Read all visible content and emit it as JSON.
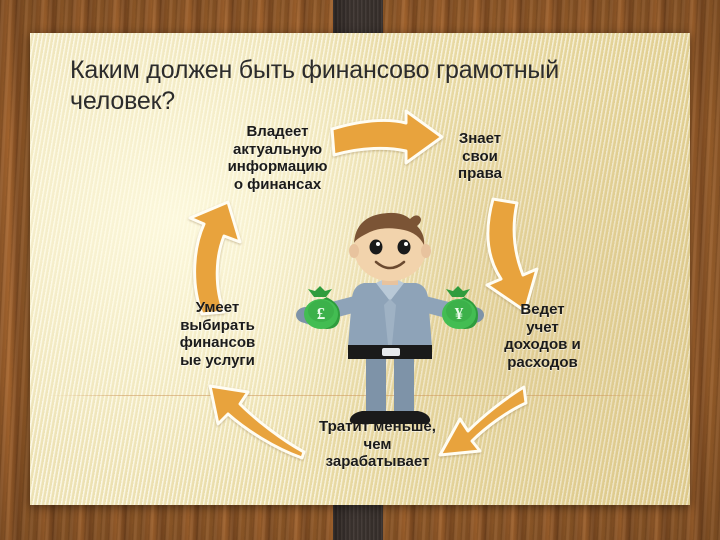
{
  "slide": {
    "title": "Каким должен быть финансово грамотный человек?",
    "background_color": "#f3e8bb",
    "desk_color": "#8b5425",
    "accent_color": "#e8a33d",
    "text_color": "#1b1b1b"
  },
  "cycle": {
    "nodes": [
      {
        "id": "info",
        "label": "Владеет\nактуальную\nинформацию\nо финансах",
        "position": "top-left"
      },
      {
        "id": "rights",
        "label": "Знает\nсвои\nправа",
        "position": "top-right"
      },
      {
        "id": "income",
        "label": "Ведет\nучет\nдоходов и\nрасходов",
        "position": "right"
      },
      {
        "id": "spend",
        "label": "Тратит меньше,\nчем\nзарабатывает",
        "position": "bottom"
      },
      {
        "id": "serv",
        "label": "Умеет\nвыбирать\nфинансов\nые услуги",
        "position": "left"
      }
    ],
    "arrows": [
      {
        "id": "arrow-top",
        "direction": "right",
        "color": "#e8a33d"
      },
      {
        "id": "arrow-right",
        "direction": "down",
        "color": "#e8a33d"
      },
      {
        "id": "arrow-bottom-right",
        "direction": "down-left",
        "color": "#e8a33d"
      },
      {
        "id": "arrow-bottom-left",
        "direction": "up-left",
        "color": "#e8a33d"
      },
      {
        "id": "arrow-left",
        "direction": "up",
        "color": "#e8a33d"
      }
    ]
  },
  "character": {
    "name": "businessman-illustration",
    "hair_color": "#7b5435",
    "suit_color": "#8ea3b8",
    "tie_color": "#9fb2c4",
    "shoe_color": "#1a1a1a",
    "money_bags": [
      {
        "side": "left",
        "currency_symbol": "£",
        "color": "#3cb14a"
      },
      {
        "side": "right",
        "currency_symbol": "¥",
        "color": "#3cb14a"
      }
    ]
  }
}
